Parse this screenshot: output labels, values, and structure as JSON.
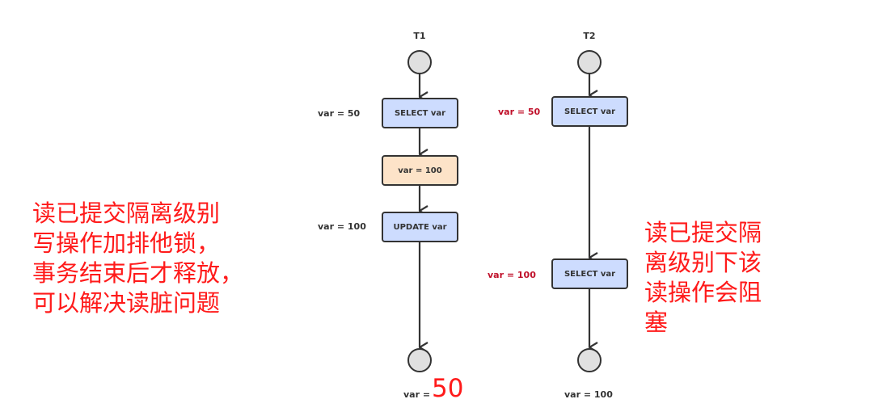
{
  "lanes": [
    {
      "title": "T1",
      "steps": [
        {
          "label": "SELECT var",
          "style": "blue",
          "side_value": "var = 50",
          "side_color": "dark"
        },
        {
          "label": "var = 100",
          "style": "orange",
          "side_value": "",
          "side_color": "dark"
        },
        {
          "label": "UPDATE var",
          "style": "blue",
          "side_value": "var = 100",
          "side_color": "dark"
        }
      ],
      "end_label_prefix": "var =",
      "end_value_highlight": "50"
    },
    {
      "title": "T2",
      "steps": [
        {
          "label": "SELECT var",
          "style": "blue",
          "side_value": "var = 50",
          "side_color": "red"
        },
        {
          "label": "SELECT var",
          "style": "blue",
          "side_value": "var = 100",
          "side_color": "red"
        }
      ],
      "end_label": "var = 100"
    }
  ],
  "notes": {
    "left": "读已提交隔离级别\n写操作加排他锁，\n事务结束后才释放，\n可以解决读脏问题",
    "right": "读已提交隔\n离级别下该\n读操作会阻\n塞"
  },
  "colors": {
    "stroke": "#333333",
    "node_blue": "#cddcfe",
    "node_orange": "#fde3c8",
    "circle_fill": "#e0e0e0",
    "side_red": "#c0102a",
    "note_red": "#ff1a1a"
  }
}
